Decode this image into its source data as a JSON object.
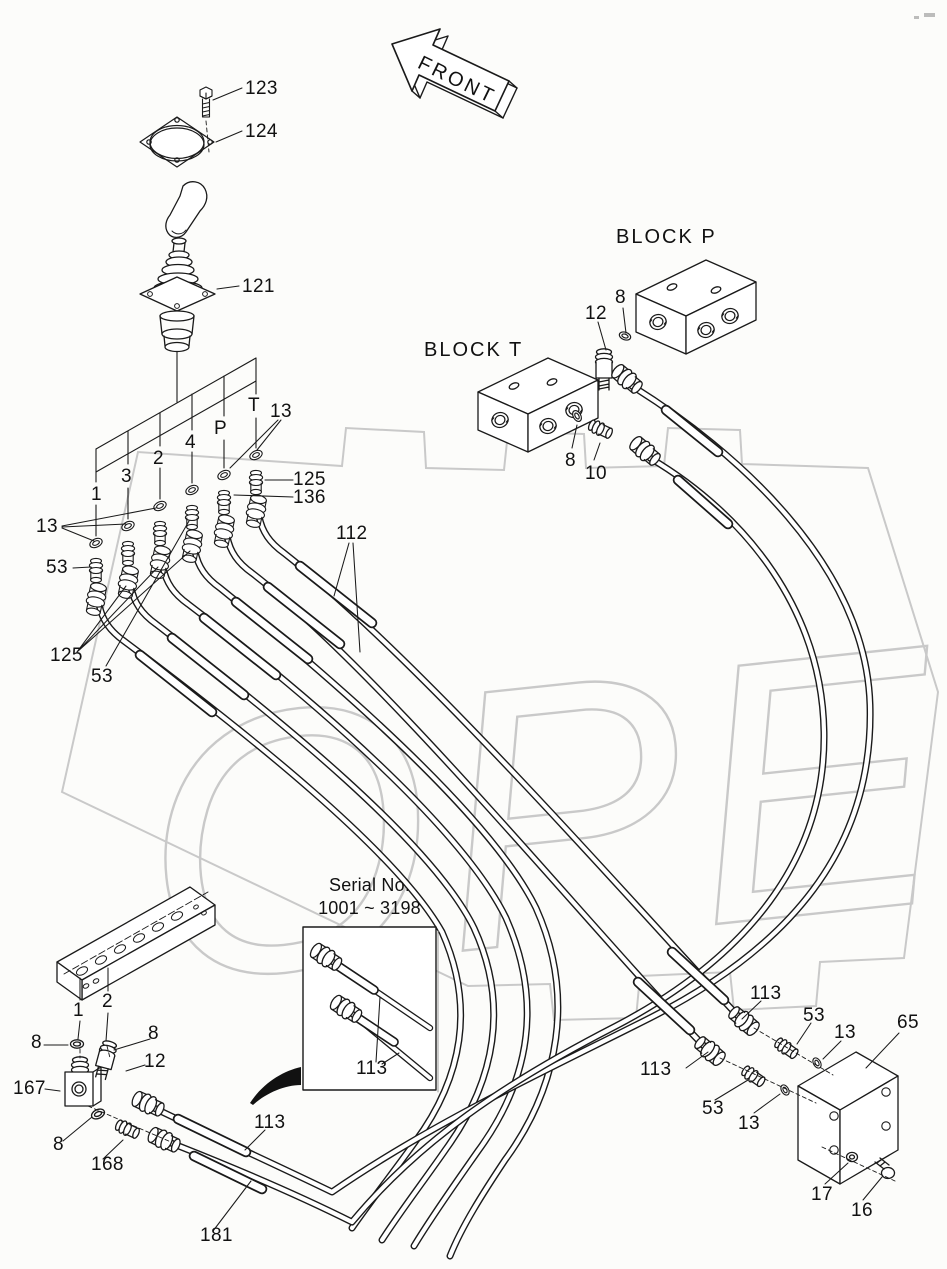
{
  "page": {
    "background": "#fcfcfa",
    "line_color": "#1a1a1a",
    "watermark_color": "#c9c9c9"
  },
  "front_arrow": {
    "label": "FRONT"
  },
  "watermark": {
    "text": "OPEX"
  },
  "blocks": {
    "block_p_title": "BLOCK P",
    "block_t_title": "BLOCK T"
  },
  "serial_box": {
    "title": "Serial No.",
    "range": "1001 ~ 3198"
  },
  "ports": {
    "p1": "1",
    "p2": "2",
    "p3": "3",
    "p4": "4",
    "pp": "P",
    "pt": "T"
  },
  "parts": {
    "n8": "8",
    "n10": "10",
    "n12": "12",
    "n13": "13",
    "n16": "16",
    "n17": "17",
    "n53": "53",
    "n65": "65",
    "n112": "112",
    "n113": "113",
    "n121": "121",
    "n123": "123",
    "n124": "124",
    "n125": "125",
    "n136": "136",
    "n167": "167",
    "n168": "168",
    "n181": "181"
  }
}
